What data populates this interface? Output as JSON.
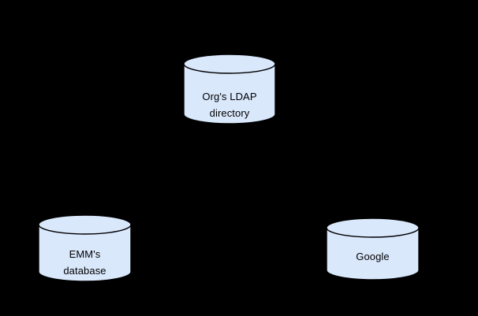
{
  "diagram": {
    "background_color": "#000000",
    "node_fill_color": "#dae8fc",
    "node_stroke_color": "#000000",
    "label_color": "#000000",
    "nodes": [
      {
        "id": "ldap",
        "shape": "cylinder",
        "icon": "database-cylinder-icon",
        "label_line1": "Org's LDAP",
        "label_line2": "directory"
      },
      {
        "id": "emm",
        "shape": "cylinder",
        "icon": "database-cylinder-icon",
        "label_line1": "EMM's",
        "label_line2": "database"
      },
      {
        "id": "google",
        "shape": "cylinder",
        "icon": "database-cylinder-icon",
        "label_line1": "Google",
        "label_line2": ""
      }
    ],
    "connectors": []
  }
}
